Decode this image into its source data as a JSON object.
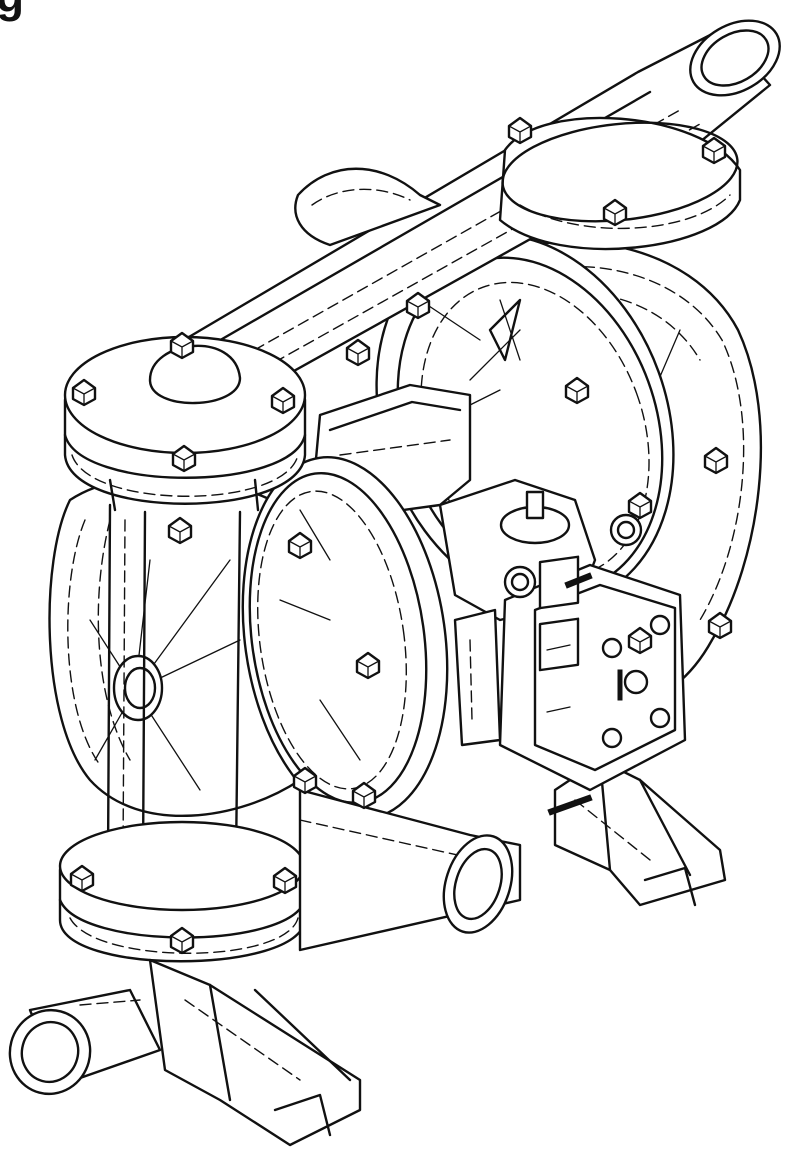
{
  "figure": {
    "subject": "diaphragm-pump",
    "style": "line-drawing",
    "background": "#ffffff",
    "line_color": "#111111"
  },
  "label_header": {
    "partial_glyph": "g"
  }
}
